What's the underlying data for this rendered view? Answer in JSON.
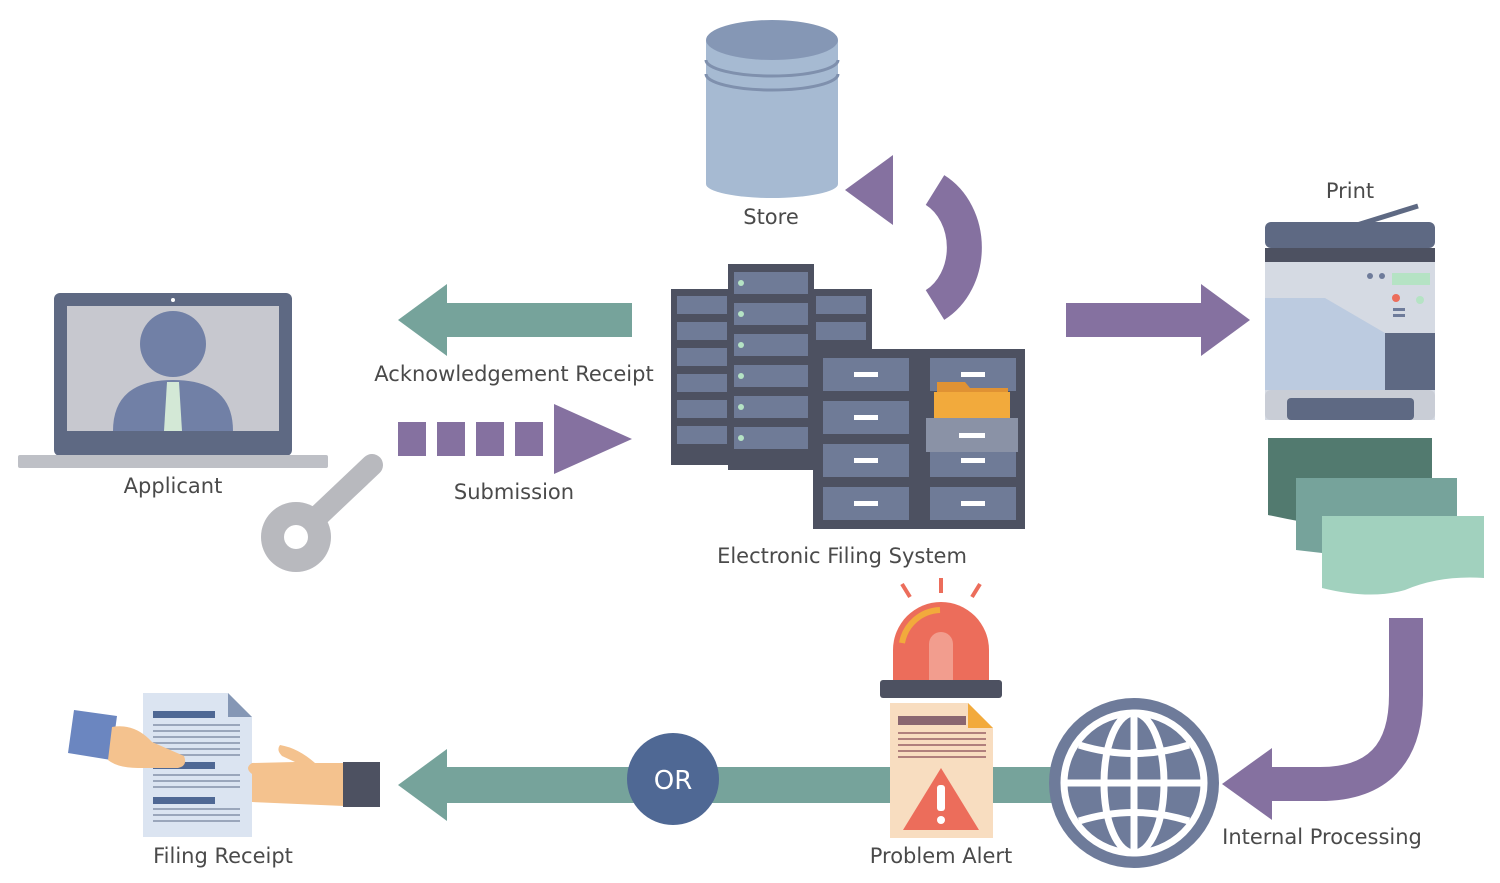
{
  "nodes": {
    "store": "Store",
    "print": "Print",
    "applicant": "Applicant",
    "electronic_filing_system": "Electronic Filing System",
    "filing_receipt": "Filing Receipt",
    "problem_alert": "Problem Alert",
    "internal_processing": "Internal Processing"
  },
  "edges": {
    "acknowledgement_receipt": "Acknowledgement Receipt",
    "submission": "Submission",
    "or": "OR"
  },
  "colors": {
    "purple_arrow": "#8571a0",
    "teal_arrow": "#76a39b",
    "slate": "#6e7b9a",
    "dark_server": "#4d5161",
    "cylinder": "#a6bad2",
    "or_circle": "#4f6894",
    "alert_red": "#ec6d5b",
    "folder_orange": "#f2aa3c"
  }
}
